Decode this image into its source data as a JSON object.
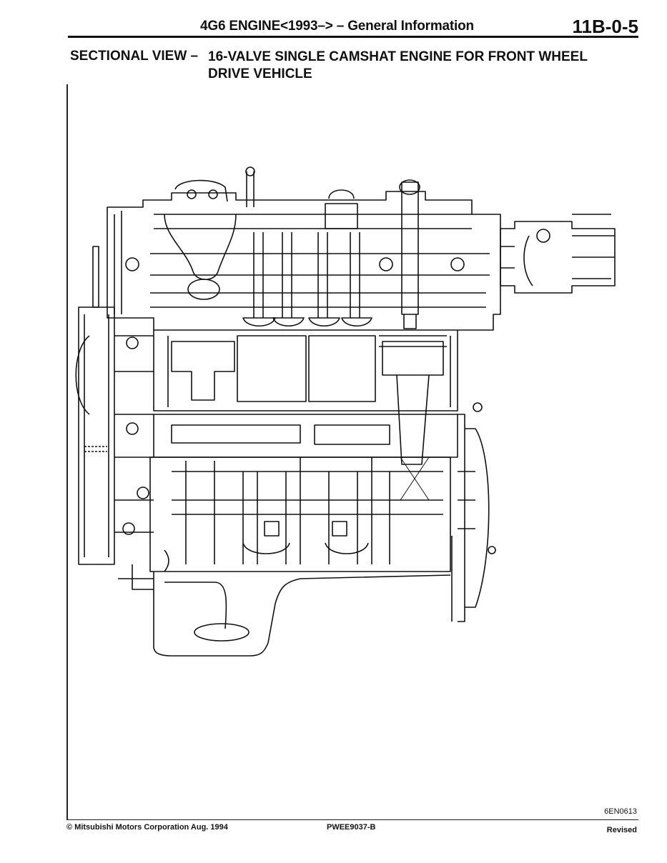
{
  "header": {
    "title": "4G6 ENGINE<1993–> – General Information",
    "page_number": "11B-0-5"
  },
  "section": {
    "label": "SECTIONAL VIEW –",
    "title": "16-VALVE SINGLE CAMSHAT ENGINE FOR FRONT WHEEL DRIVE VEHICLE"
  },
  "figure": {
    "code": "6EN0613"
  },
  "footer": {
    "copyright": "© Mitsubishi Motors Corporation  Aug. 1994",
    "publication": "PWEE9037-B",
    "status": "Revised"
  }
}
